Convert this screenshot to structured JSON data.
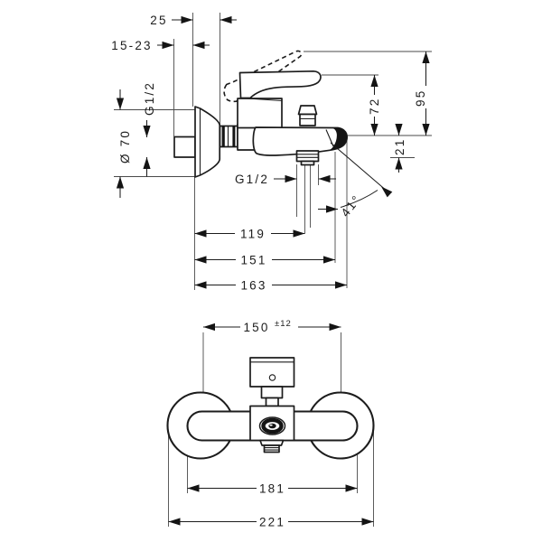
{
  "drawing": {
    "labels": {
      "dim_25": "25",
      "dim_15_23": "15-23",
      "thread_wall": "G1/2",
      "diameter_escutcheon": "Ø 70",
      "dim_72": "72",
      "dim_95": "95",
      "dim_21": "21",
      "angle_spout": "41°",
      "thread_shower": "G1/2",
      "dim_119": "119",
      "dim_151": "151",
      "dim_163": "163",
      "dim_150": "150",
      "dim_150_tol": "±12",
      "dim_181": "181",
      "dim_221": "221"
    }
  }
}
